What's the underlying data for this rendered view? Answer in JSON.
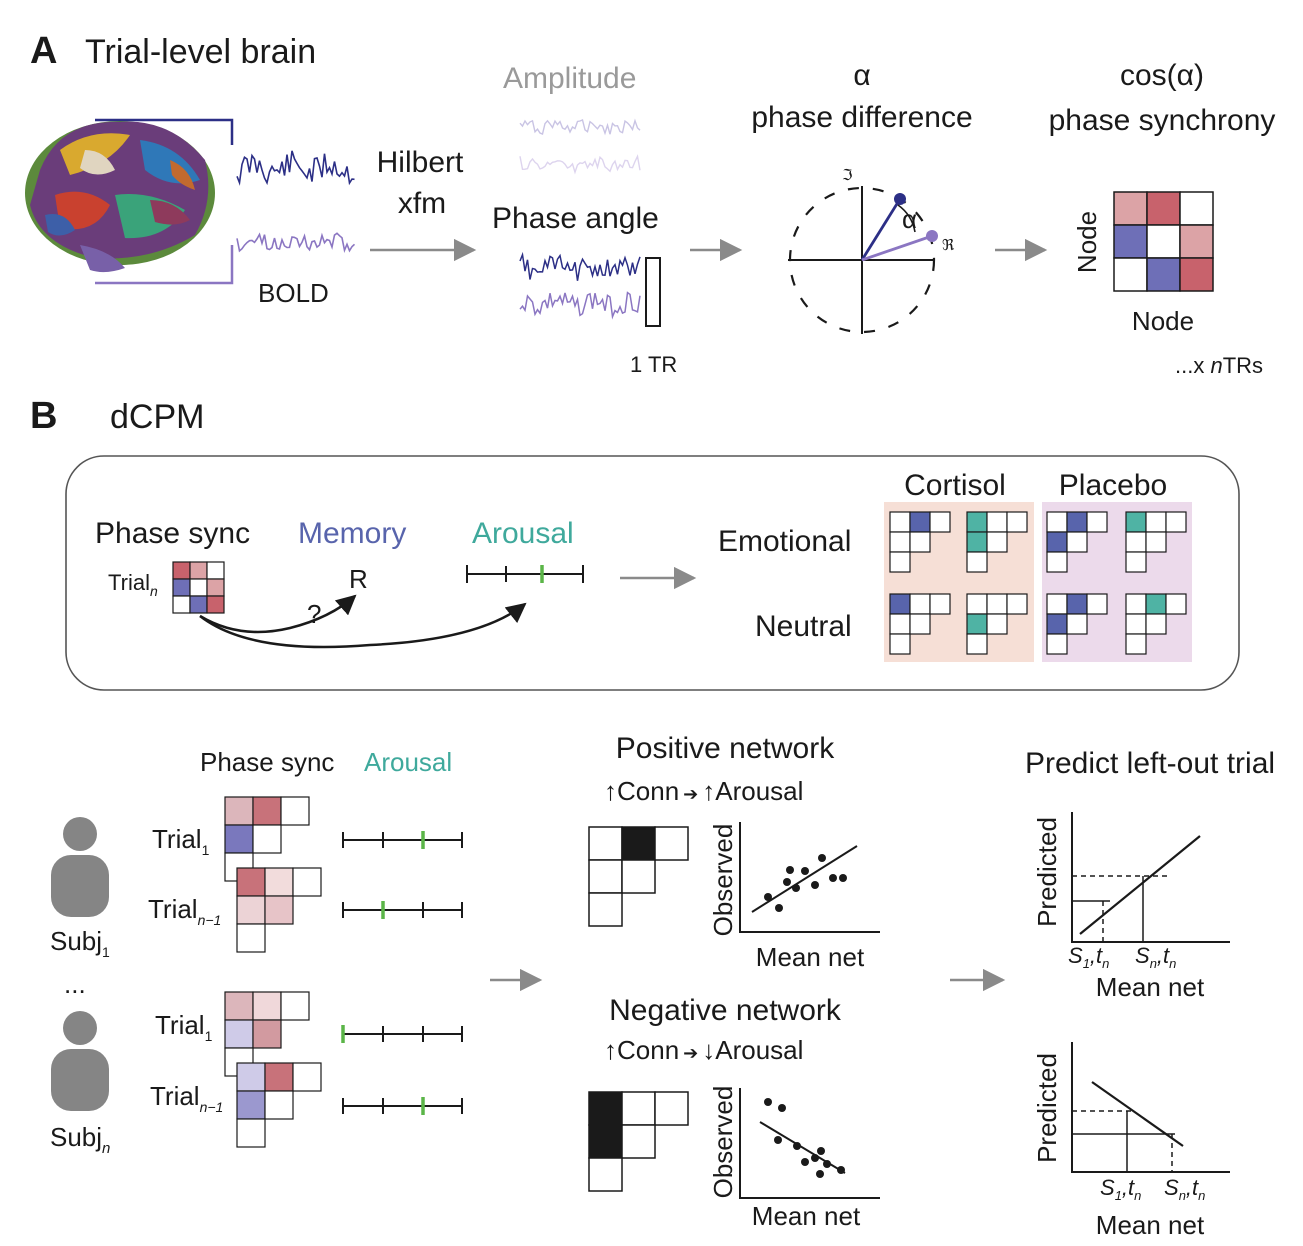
{
  "panel_a": {
    "letter": "A",
    "title": "Trial-level brain",
    "bold_label": "BOLD",
    "hilbert_line1": "Hilbert",
    "hilbert_line2": "xfm",
    "amplitude_label": "Amplitude",
    "phase_angle_label": "Phase angle",
    "tr_label": "1 TR",
    "alpha_symbol": "α",
    "phase_difference_label": "phase difference",
    "cos_label": "cos(α)",
    "phase_synchrony_label": "phase synchrony",
    "imag_axis_symbol": "ℑ",
    "real_axis_symbol": "ℜ",
    "angle_symbol": "α",
    "node_label": "Node",
    "ntrs_label_prefix": "...x ",
    "ntrs_label_n": "n",
    "ntrs_label_suffix": "TRs"
  },
  "panel_b": {
    "letter": "B",
    "title": "dCPM",
    "box": {
      "phase_sync_label": "Phase sync",
      "trial_label": "Trial",
      "trial_sub": "n",
      "memory_label": "Memory",
      "memory_response": "R",
      "question_mark": "?",
      "arousal_label": "Arousal",
      "cortisol_label": "Cortisol",
      "placebo_label": "Placebo",
      "emotional_label": "Emotional",
      "neutral_label": "Neutral"
    },
    "lower": {
      "phase_sync_label": "Phase sync",
      "arousal_label": "Arousal",
      "trial_label": "Trial",
      "trial_sub_1": "1",
      "trial_sub_n1": "n−1",
      "subj_label": "Subj",
      "subj_sub_1": "1",
      "subj_sub_n": "n",
      "ellipsis": "...",
      "positive_network": "Positive network",
      "negative_network": "Negative network",
      "up_arrow": "↑",
      "down_arrow": "↓",
      "conn_label": "Conn",
      "arousal_word": "Arousal",
      "observed_label": "Observed",
      "mean_net_label": "Mean net",
      "predict_title": "Predict left-out trial",
      "predicted_label": "Predicted",
      "s_symbol": "S",
      "t_symbol": "t",
      "s1_sub": "1",
      "sn_sub": "n",
      "tn_sub": "n",
      "comma": ","
    }
  },
  "colors": {
    "ink": "#1a1a1a",
    "gray_arrow": "#8a8a8a",
    "navy": "#2c2f86",
    "purple": "#8b76c2",
    "memory_blue": "#5864ac",
    "arousal_teal": "#3fa99c",
    "green_tick": "#5bb548",
    "red_cell": "#c8626c",
    "pink_cell": "#dca3a6",
    "blue_cell": "#6e6fb7",
    "cortisol_bg": "#f6dfd6",
    "placebo_bg": "#ecdaeb"
  }
}
